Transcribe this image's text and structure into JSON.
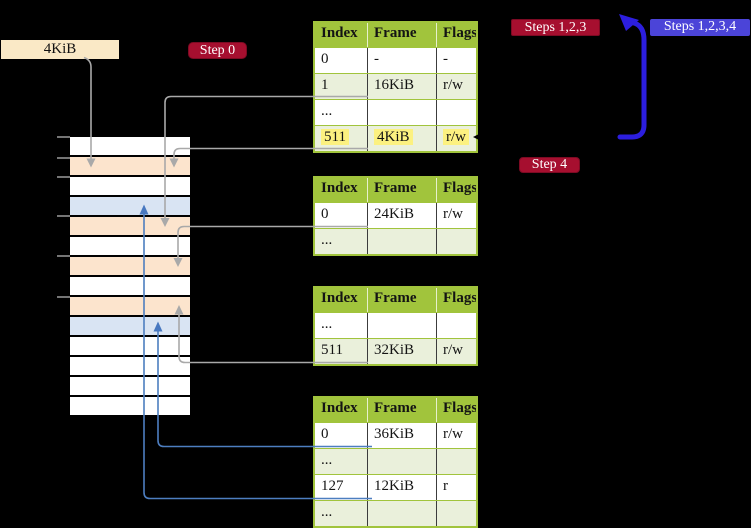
{
  "labels": {
    "page_size": "4KiB",
    "step0": "Step 0",
    "steps123": "Steps 1,2,3",
    "steps1234": "Steps 1,2,3,4",
    "step4": "Step 4"
  },
  "table_headers": [
    "Index",
    "Frame",
    "Flags"
  ],
  "tables": [
    {
      "name": "page-table-1",
      "rows": [
        {
          "cells": [
            "0",
            "-",
            "-"
          ]
        },
        {
          "cells": [
            "1",
            "16KiB",
            "r/w"
          ]
        },
        {
          "cells": [
            "...",
            "",
            ""
          ]
        },
        {
          "cells": [
            "511",
            "4KiB",
            "r/w"
          ],
          "highlight": true
        }
      ]
    },
    {
      "name": "page-table-2",
      "rows": [
        {
          "cells": [
            "0",
            "24KiB",
            "r/w"
          ]
        },
        {
          "cells": [
            "...",
            "",
            ""
          ]
        }
      ]
    },
    {
      "name": "page-table-3",
      "rows": [
        {
          "cells": [
            "...",
            "",
            ""
          ]
        },
        {
          "cells": [
            "511",
            "32KiB",
            "r/w"
          ]
        }
      ]
    },
    {
      "name": "page-table-4",
      "rows": [
        {
          "cells": [
            "0",
            "36KiB",
            "r/w"
          ]
        },
        {
          "cells": [
            "...",
            "",
            ""
          ]
        },
        {
          "cells": [
            "127",
            "12KiB",
            "r"
          ]
        },
        {
          "cells": [
            "...",
            "",
            ""
          ]
        }
      ]
    }
  ],
  "memory_stack": {
    "row_colors": [
      "white",
      "peach",
      "white",
      "blue",
      "peach",
      "white",
      "peach",
      "white",
      "peach",
      "blue",
      "white",
      "white",
      "white",
      "white"
    ]
  },
  "colors": {
    "background": "#000000",
    "table_header_green": "#a1c43c",
    "table_pale_green_row": "#eaf0db",
    "highlight_yellow": "#fcf180",
    "frame_peach": "#fce4cd",
    "frame_light_blue": "#d9e4f3",
    "page_size_label_bg": "#fae9c6",
    "step_label_crimson": "#a60f2f",
    "steps1234_label_violet": "#4b44d8",
    "loop_arrow_blue": "#2c1ede",
    "wire_gray": "#a9a9a9",
    "wire_blue": "#4d7ec0"
  }
}
